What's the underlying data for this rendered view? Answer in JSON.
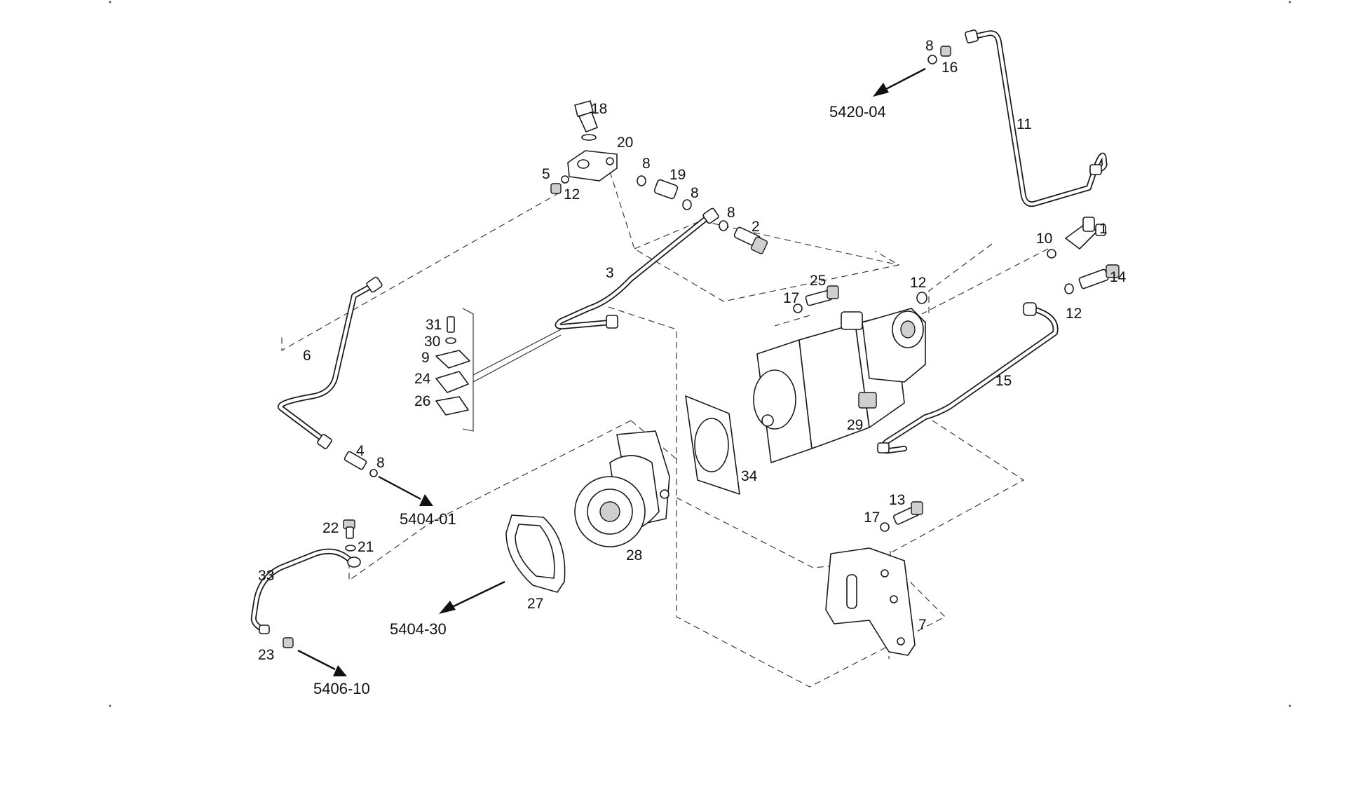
{
  "diagram": {
    "part_labels": {
      "p1": "1",
      "p2": "2",
      "p3": "3",
      "p4": "4",
      "p5": "5",
      "p6": "6",
      "p7": "7",
      "p8a": "8",
      "p8b": "8",
      "p8c": "8",
      "p8d": "8",
      "p8e": "8",
      "p9": "9",
      "p10": "10",
      "p11": "11",
      "p12a": "12",
      "p12b": "12",
      "p12c": "12",
      "p13": "13",
      "p14": "14",
      "p15": "15",
      "p16": "16",
      "p17a": "17",
      "p17b": "17",
      "p18": "18",
      "p19": "19",
      "p20": "20",
      "p21": "21",
      "p22": "22",
      "p23": "23",
      "p24": "24",
      "p25": "25",
      "p26": "26",
      "p27": "27",
      "p28": "28",
      "p29": "29",
      "p30": "30",
      "p31": "31",
      "p33": "33",
      "p34": "34"
    },
    "references": {
      "ref_5420_04": "5420-04",
      "ref_5404_01": "5404-01",
      "ref_5404_30": "5404-30",
      "ref_5406_10": "5406-10"
    }
  }
}
